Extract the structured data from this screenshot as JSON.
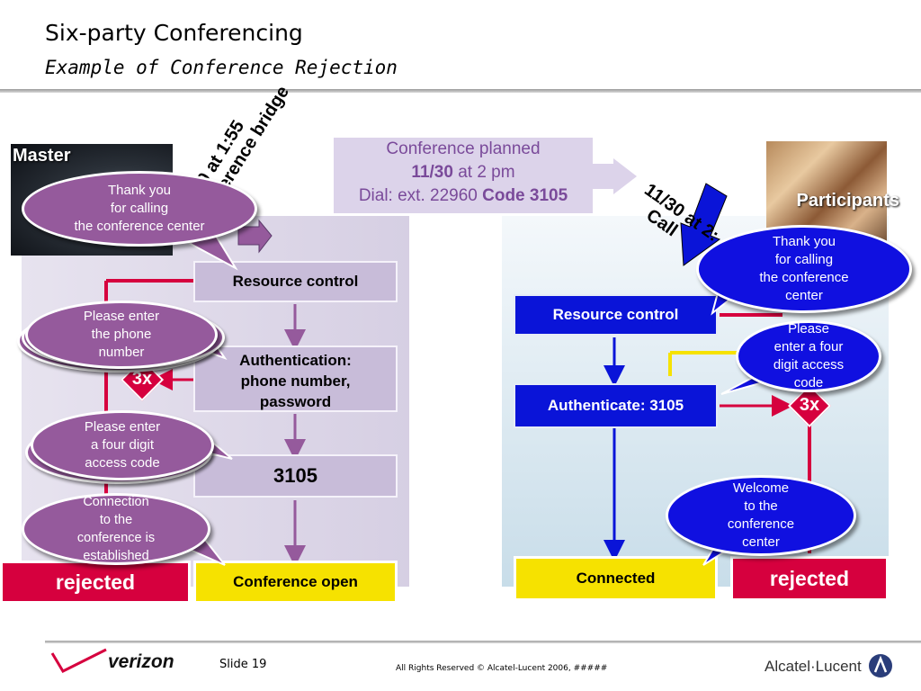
{
  "header": {
    "title": "Six-party Conferencing",
    "subtitle": "Example of Conference Rejection"
  },
  "plan": {
    "line1": "Conference planned",
    "line2_date": "11/30",
    "line2_rest": " at 2 pm",
    "line3_prefix": "Dial: ext. 22960 ",
    "line3_code": "Code 3105"
  },
  "master": {
    "photo_label": "Master",
    "rotated_line1": "11/30 at 1:55",
    "rotated_line2": "Conference bridge",
    "bubble_welcome": "Thank you\nfor calling\nthe conference center",
    "bubble_phone": "Please enter\nthe phone\nnumber",
    "bubble_code": "Please enter\na four digit\naccess code",
    "bubble_connect": "Connection\nto the\nconference is\nestablished",
    "box_resource": "Resource control",
    "box_auth": "Authentication:\nphone number,\npassword",
    "box_code": "3105",
    "box_open": "Conference open",
    "box_rejected": "rejected",
    "retry_label": "3x"
  },
  "participants": {
    "photo_label": "Participants",
    "rotated_line1": "11/30 at 2:",
    "rotated_line2": "Call",
    "bubble_welcome": "Thank you\nfor calling\nthe conference\ncenter",
    "bubble_code": "Please\nenter a four\ndigit access\ncode",
    "bubble_connected": "Welcome\nto the\nconference\ncenter",
    "box_resource": "Resource control",
    "box_auth": "Authenticate: 3105",
    "box_connected": "Connected",
    "box_rejected": "rejected",
    "retry_label": "3x"
  },
  "footer": {
    "logo_verizon": "verizon",
    "slide": "Slide 19",
    "copyright": "All Rights Reserved © Alcatel-Lucent 2006, #####",
    "logo_alu": "Alcatel·Lucent"
  },
  "colors": {
    "purple": "#955a9c",
    "blue": "#0a14d8",
    "red": "#d6003e",
    "yellow": "#f6e200"
  }
}
